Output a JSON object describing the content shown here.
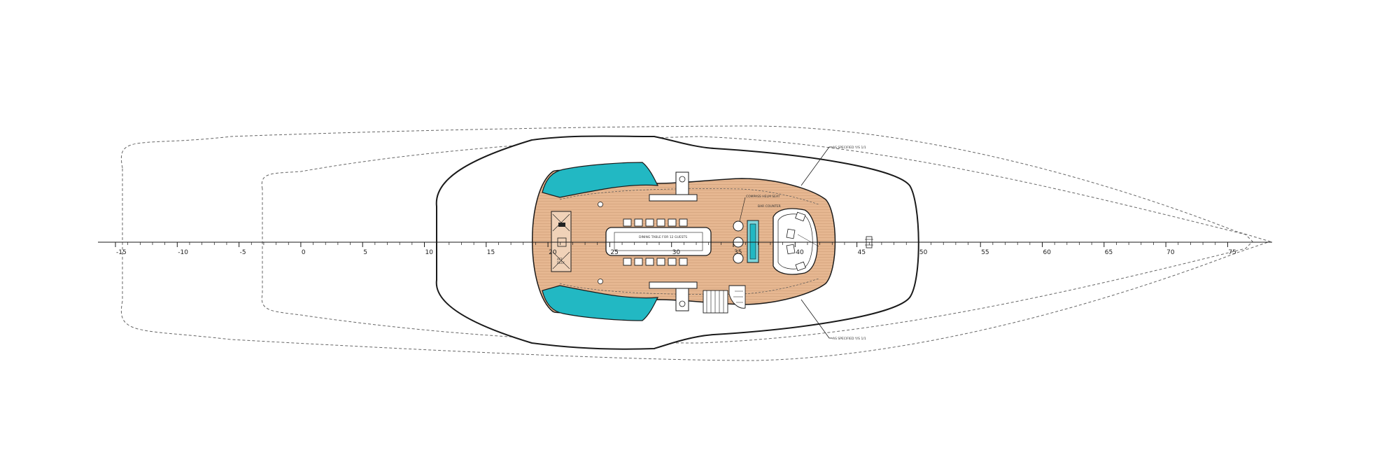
{
  "drawing": {
    "colors": {
      "deck_teak": "#e6b791",
      "cushion_teal": "#22b8c3",
      "line": "#1a1a1a",
      "dashed": "#666666"
    },
    "scale_labels": [
      "-15",
      "-10",
      "-5",
      "0",
      "5",
      "10",
      "15",
      "20",
      "25",
      "30",
      "35",
      "40",
      "45",
      "50",
      "55",
      "60",
      "65",
      "70",
      "75"
    ],
    "annotations": {
      "callout_top": "AS SPECIFIED Y/S 1/1",
      "callout_bottom": "AS SPECIFIED Y/S 1/1",
      "table_label": "DINING TABLE FOR 12 GUESTS",
      "helm_note": "COMPASS HELM SEAT",
      "bar_note": "BAR COUNTER",
      "aft_note_1": "AFT",
      "aft_note_2": "DECK"
    }
  }
}
